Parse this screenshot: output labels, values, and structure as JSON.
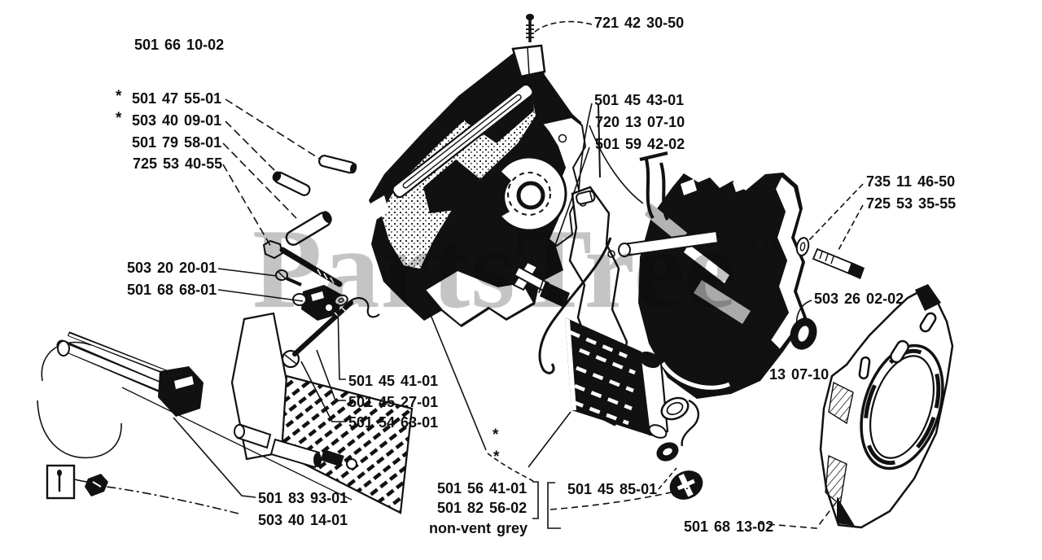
{
  "page": {
    "background": "#ffffff",
    "ink_color": "#111111",
    "paper_color": "#ffffff"
  },
  "watermark": {
    "text": "PartsTree",
    "trademark": "TM",
    "color": "#c4c4c4"
  },
  "symbols": {
    "footnote_star": "*"
  },
  "colors": {
    "highlight_gray": "#aaaaaa",
    "watermark_gray": "#c4c4c4"
  },
  "labels": [
    {
      "id": "501-66-10-02",
      "text": "501 66 10-02"
    },
    {
      "id": "721-42-30-50",
      "text": "721 42 30-50"
    },
    {
      "id": "501-47-55-01",
      "text": "501 47 55-01",
      "star": "*"
    },
    {
      "id": "503-40-09-01",
      "text": "503 40 09-01",
      "star": "*"
    },
    {
      "id": "501-79-58-01",
      "text": "501 79 58-01"
    },
    {
      "id": "725-53-40-55",
      "text": "725 53 40-55"
    },
    {
      "id": "503-20-20-01",
      "text": "503 20 20-01"
    },
    {
      "id": "501-68-68-01",
      "text": "501 68 68-01"
    },
    {
      "id": "501-45-43-01",
      "text": "501 45 43-01"
    },
    {
      "id": "720-13-07-10-a",
      "text": "720 13 07-10"
    },
    {
      "id": "501-59-42-02",
      "text": "501 59 42-02"
    },
    {
      "id": "735-11-46-50",
      "text": "735 11 46-50"
    },
    {
      "id": "725-53-35-55",
      "text": "725 53 35-55"
    },
    {
      "id": "503-26-02-02",
      "text": "503 26 02-02"
    },
    {
      "id": "720-13-07-10-b",
      "text": "720 13 07-10"
    },
    {
      "id": "501-45-41-01",
      "text": "501 45 41-01"
    },
    {
      "id": "501-45-27-01",
      "text": "501 45 27-01"
    },
    {
      "id": "501-54-63-01",
      "text": "501 54 63-01"
    },
    {
      "id": "501-83-93-01",
      "text": "501 83 93-01"
    },
    {
      "id": "503-40-14-01",
      "text": "503 40 14-01"
    },
    {
      "id": "501-56-41-01",
      "text": "501 56 41-01"
    },
    {
      "id": "501-82-56-02",
      "text": "501 82 56-02"
    },
    {
      "id": "non-vent-grey",
      "text": "non-vent grey"
    },
    {
      "id": "501-45-85-01",
      "text": "501 45 85-01"
    },
    {
      "id": "501-68-13-02",
      "text": "501 68 13-02"
    }
  ]
}
